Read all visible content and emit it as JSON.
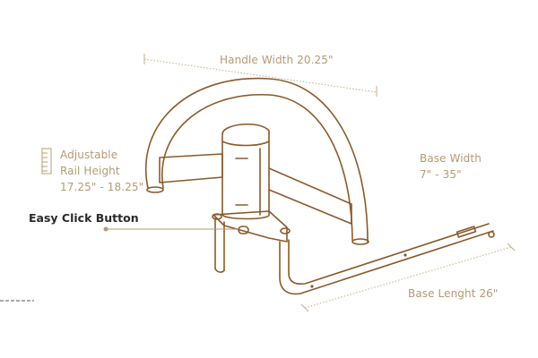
{
  "diagram": {
    "subject": "Bed rail with curved handle",
    "line_color": "#8a5a2b",
    "label_color": "#b59a72",
    "callout_color": "#2a2a2a",
    "labels": {
      "handle_width": "Handle Width 20.25\"",
      "rail_height_line1": "Adjustable",
      "rail_height_line2": "Rail Height",
      "rail_height_line3": "17.25\" - 18.25\"",
      "easy_click": "Easy Click Button",
      "base_width_line1": "Base Width",
      "base_width_line2": "7\" - 35\"",
      "base_length": "Base Lenght 26\""
    },
    "icons": [
      "ruler-icon"
    ]
  }
}
